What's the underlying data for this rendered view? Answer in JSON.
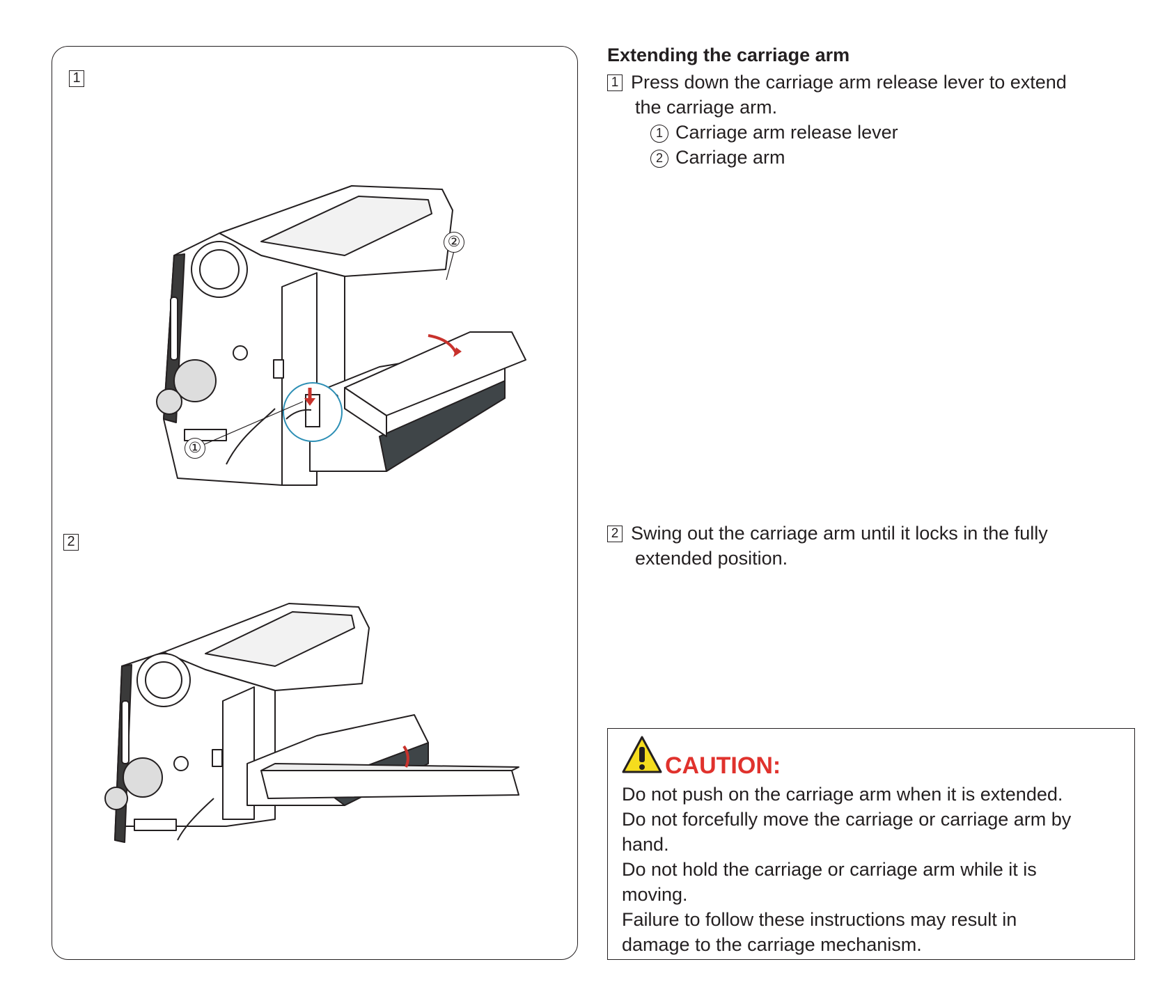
{
  "figure": {
    "step1_number": "1",
    "step2_number": "2",
    "callout_1": "①",
    "callout_2": "②"
  },
  "section": {
    "heading": "Extending the carriage arm",
    "step1": {
      "number": "1",
      "line1": "Press down the carriage arm release lever to extend",
      "line2": "the carriage arm.",
      "items": [
        {
          "mark": "1",
          "label": "Carriage arm release lever"
        },
        {
          "mark": "2",
          "label": "Carriage arm"
        }
      ]
    },
    "step2": {
      "number": "2",
      "line1": "Swing out the carriage arm until it locks in the fully",
      "line2": "extended position."
    }
  },
  "caution": {
    "title": "CAUTION:",
    "icon": "warning-triangle-icon",
    "title_color": "#e0322d",
    "lines": [
      "Do not push on the carriage arm when it is extended.",
      "Do not forcefully move the carriage or carriage arm by",
      "hand.",
      "Do not hold the carriage or carriage arm while it is",
      "moving.",
      "Failure to follow these instructions may result in",
      "damage to the carriage mechanism."
    ]
  }
}
